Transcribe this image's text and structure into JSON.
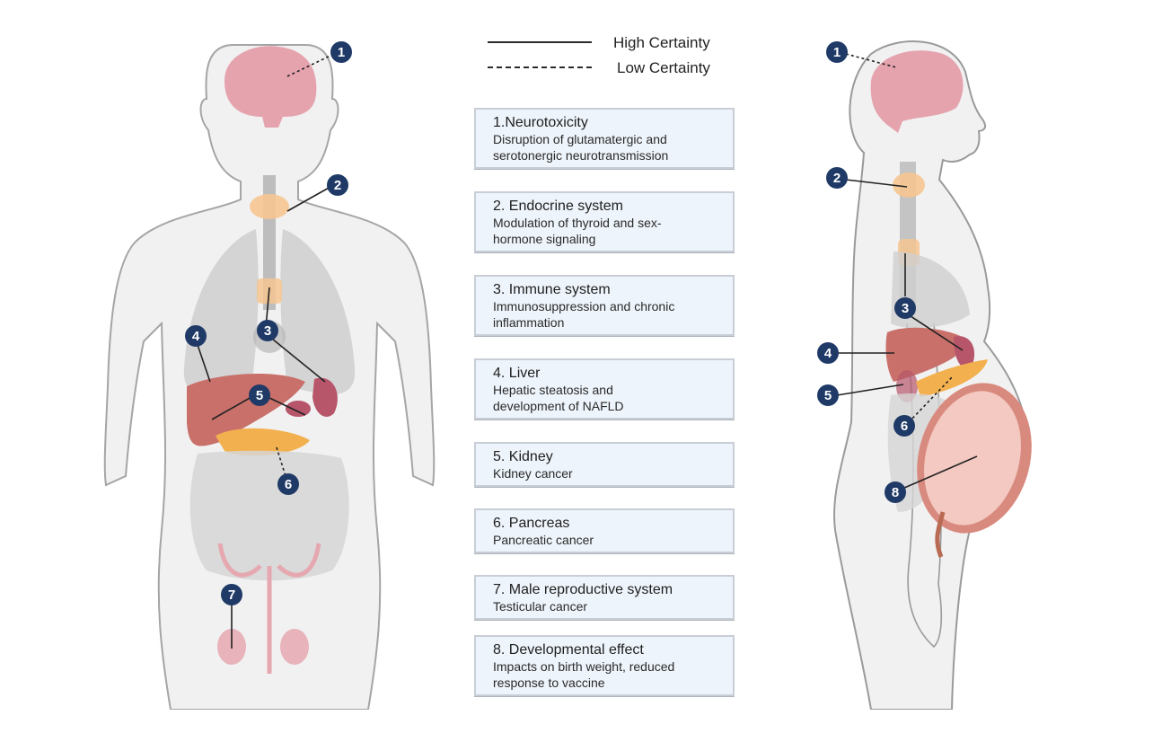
{
  "legend": {
    "high_certainty": "High Certainty",
    "low_certainty": "Low Certainty"
  },
  "effects": [
    {
      "number": "1",
      "title": "1.Neurotoxicity",
      "desc_line1": "Disruption of glutamatergic and",
      "desc_line2": "serotonergic neurotransmission",
      "certainty": "low"
    },
    {
      "number": "2",
      "title": "2. Endocrine system",
      "desc_line1": "Modulation of thyroid and sex-",
      "desc_line2": "hormone signaling",
      "certainty": "high"
    },
    {
      "number": "3",
      "title": "3. Immune system",
      "desc_line1": "Immunosuppression and chronic",
      "desc_line2": "inflammation",
      "certainty": "high"
    },
    {
      "number": "4",
      "title": "4. Liver",
      "desc_line1": "Hepatic steatosis and",
      "desc_line2": "development of NAFLD",
      "certainty": "high"
    },
    {
      "number": "5",
      "title": "5. Kidney",
      "desc_line1": "Kidney cancer",
      "desc_line2": "",
      "certainty": "high"
    },
    {
      "number": "6",
      "title": "6. Pancreas",
      "desc_line1": "Pancreatic cancer",
      "desc_line2": "",
      "certainty": "low"
    },
    {
      "number": "7",
      "title": "7. Male reproductive system",
      "desc_line1": "Testicular cancer",
      "desc_line2": "",
      "certainty": "high"
    },
    {
      "number": "8",
      "title": "8. Developmental effect",
      "desc_line1": "Impacts on birth weight, reduced",
      "desc_line2": "response to vaccine",
      "certainty": "high"
    }
  ],
  "markers": {
    "male": [
      "1",
      "2",
      "3",
      "4",
      "5",
      "6",
      "7"
    ],
    "female": [
      "1",
      "2",
      "3",
      "4",
      "5",
      "6",
      "8"
    ]
  },
  "colors": {
    "badge": "#1f3a66",
    "box_fill": "#eef4fb",
    "box_border": "#c9ced6",
    "brain": "#e5a3ae",
    "thyroid": "#f6c590",
    "liver": "#c9706b",
    "kidney": "#b7566a",
    "pancreas": "#f3b04e",
    "organ_gray": "#cfcfcf",
    "body": "#f1f1f1",
    "body_outline": "#9a9a9a",
    "reproductive": "#e6a8b0",
    "fetus": "#f3c9c2",
    "uterus": "#d98a7e"
  }
}
